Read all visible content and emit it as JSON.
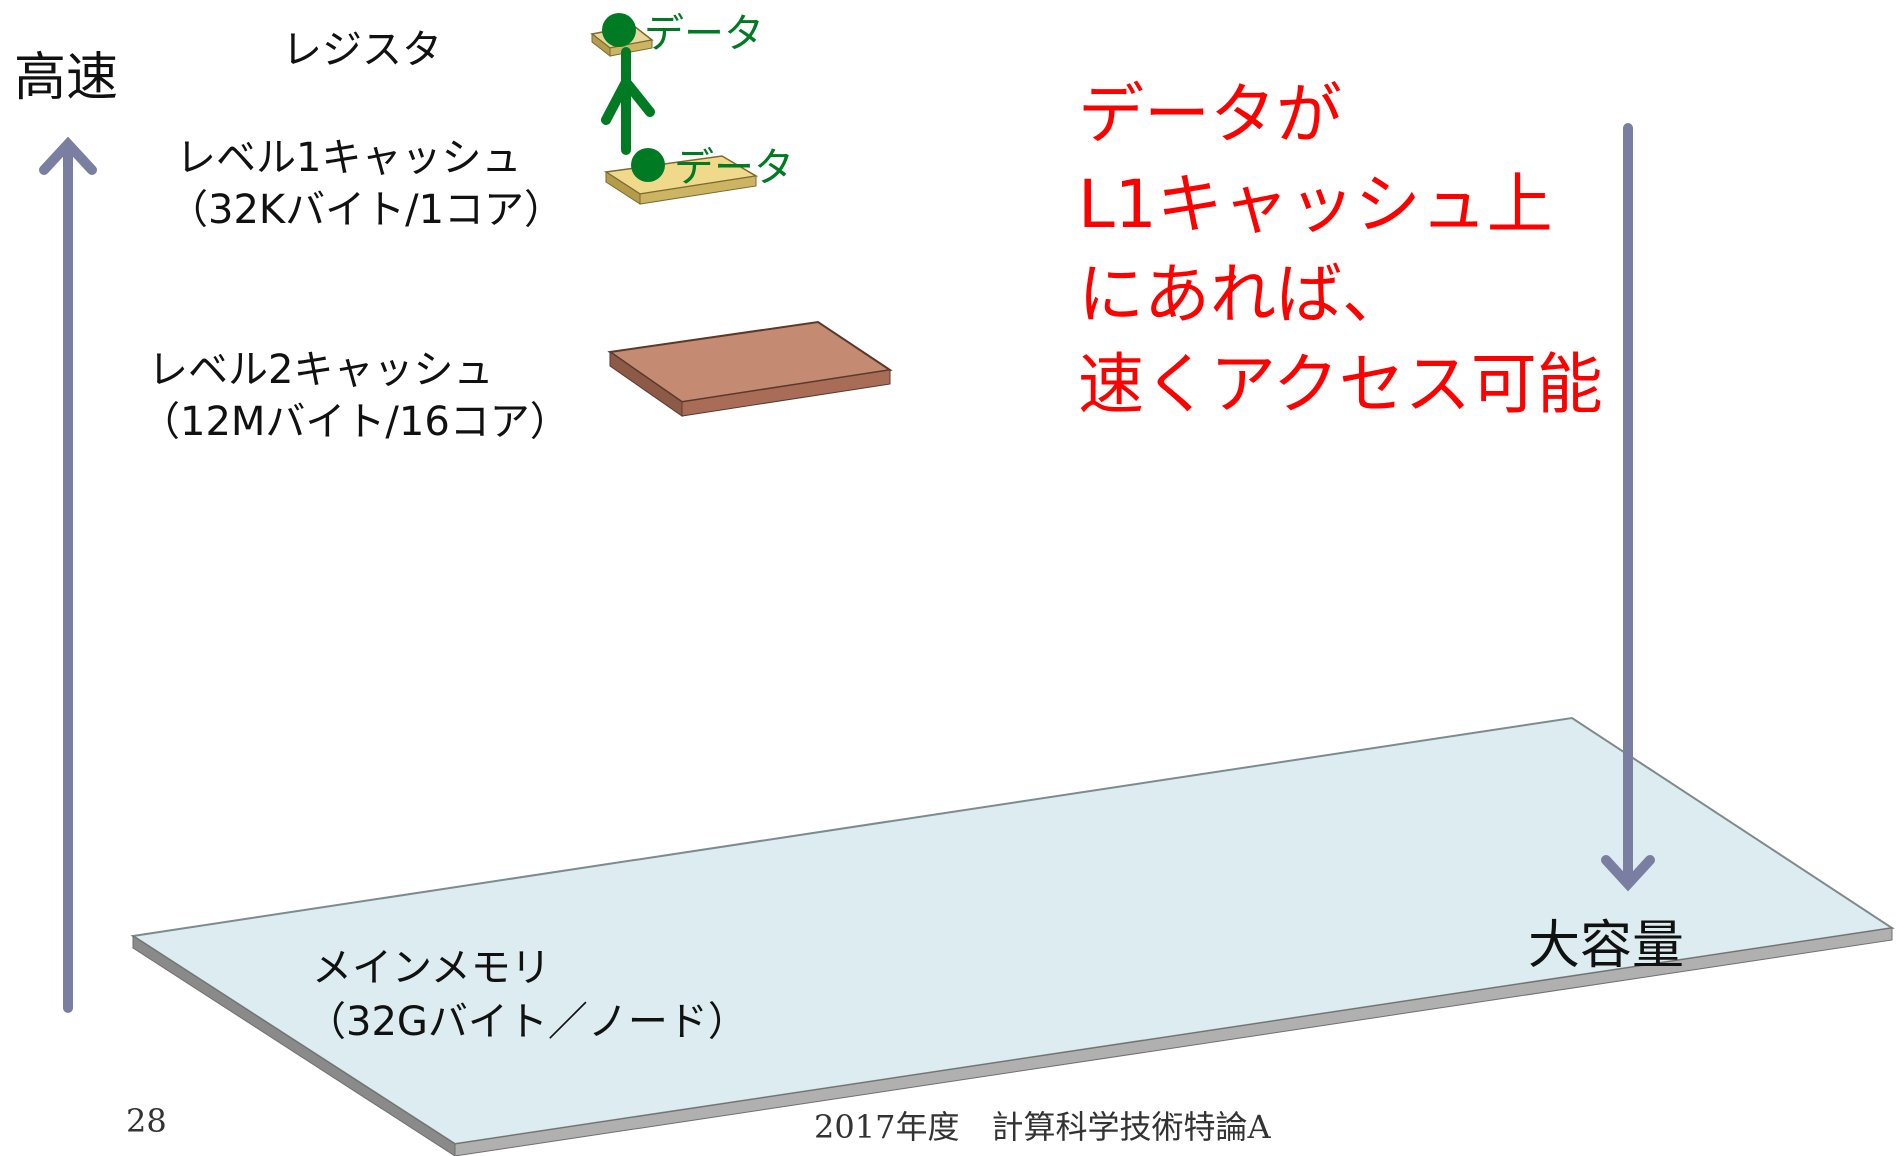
{
  "axis": {
    "fast_label": "高速",
    "capacity_label": "大容量"
  },
  "levels": [
    {
      "name": "レジスタ"
    },
    {
      "name": "レベル1キャッシュ",
      "detail": "（32Kバイト/1コア）"
    },
    {
      "name": "レベル2キャッシュ",
      "detail": "（12Mバイト/16コア）"
    },
    {
      "name": "メインメモリ",
      "detail": "（32Gバイト／ノード）"
    }
  ],
  "data_tokens": [
    {
      "label": "データ"
    },
    {
      "label": "データ"
    }
  ],
  "callout": {
    "lines": [
      "データが",
      "L1キャッシュ上",
      "にあれば、",
      "速くアクセス可能"
    ]
  },
  "footer": {
    "page_number": "28",
    "course": "2017年度　計算科学技術特論A"
  },
  "colors": {
    "arrow": "#7a7fa1",
    "callout_text": "#ff0000",
    "data_green": "#007a23",
    "register_tile": "#e8d69a",
    "l1_tile": "#f0d98a",
    "l2_tile": "#c48a72",
    "memory_tile": "#dcecf0"
  }
}
